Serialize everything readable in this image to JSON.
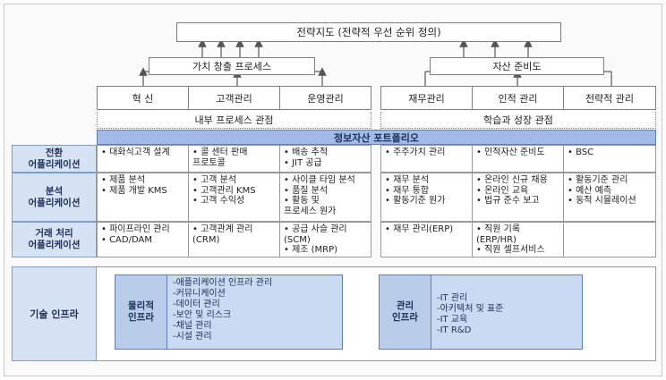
{
  "top": {
    "strategy_map": "전략지도 (전략적 우선 순위 정의)"
  },
  "value_creation": "가치 창출 프로세스",
  "asset_readiness": "자산 준비도",
  "process_items": [
    "혁 신",
    "고객관리",
    "운영관리"
  ],
  "asset_items": [
    "재무관리",
    "인적 관리",
    "전략적 관리"
  ],
  "internal_perspective": "내부 프로세스 관점",
  "learning_perspective": "학습과 성장 관점",
  "portfolio_title": "정보자산 포트폴리오",
  "rows": [
    {
      "label": [
        "전환",
        "어플리케이션"
      ],
      "cells": [
        [
          "• 대화식고객 설계"
        ],
        [
          "• 콜 센터 판매",
          "  프로토콜"
        ],
        [
          "• 배송 추적",
          "• JIT 공급"
        ],
        [
          "• 주주가치 관리"
        ],
        [
          "• 인적자산 준비도"
        ],
        [
          "• BSC"
        ]
      ]
    },
    {
      "label": [
        "분석",
        "어플리케이션"
      ],
      "cells": [
        [
          "• 제품 분석",
          "• 제품 개발 KMS"
        ],
        [
          "• 고객 분석",
          "• 고객관리 KMS",
          "• 고객 수익성"
        ],
        [
          "• 사이클 타임 분석",
          "• 품질 분석",
          "• 활동 및",
          "  프로세스 원가"
        ],
        [
          "• 재무 분석",
          "• 재무 통합",
          "• 활동기준 원가"
        ],
        [
          "• 온라인 신규 채용",
          "• 온라인 교육",
          "• 법규 준수 보고"
        ],
        [
          "• 활동기준 관리",
          "• 예산 예측",
          "• 동적 시뮬레이션"
        ]
      ]
    },
    {
      "label": [
        "거래 처리",
        "어플리케이션"
      ],
      "cells": [
        [
          "• 파이프라인 관리",
          "• CAD/DAM"
        ],
        [
          "• 고객관계 관리",
          "  (CRM)"
        ],
        [
          "• 공급 사슬 관리",
          "  (SCM)",
          "• 제조 (MRP)"
        ],
        [
          "• 재무 관리(ERP)"
        ],
        [
          "• 직원 기록",
          "  (ERP/HR)",
          "• 직원 셀프서비스"
        ],
        []
      ]
    }
  ],
  "tech_infra": {
    "label": "기술 인프라",
    "physical": {
      "title": [
        "물리적",
        "인프라"
      ],
      "items": [
        "-애플리케이션 인프라 관리",
        "-커뮤니케이션",
        "-데이터 관리",
        "-보안 및 리스크",
        "-채널 관리",
        "-시설 관리"
      ]
    },
    "management": {
      "title": [
        "관리",
        "인프라"
      ],
      "items": [
        "-IT 관리",
        "-아키텍처 및 표준",
        "-IT 교육",
        "-IT R&D"
      ]
    }
  }
}
